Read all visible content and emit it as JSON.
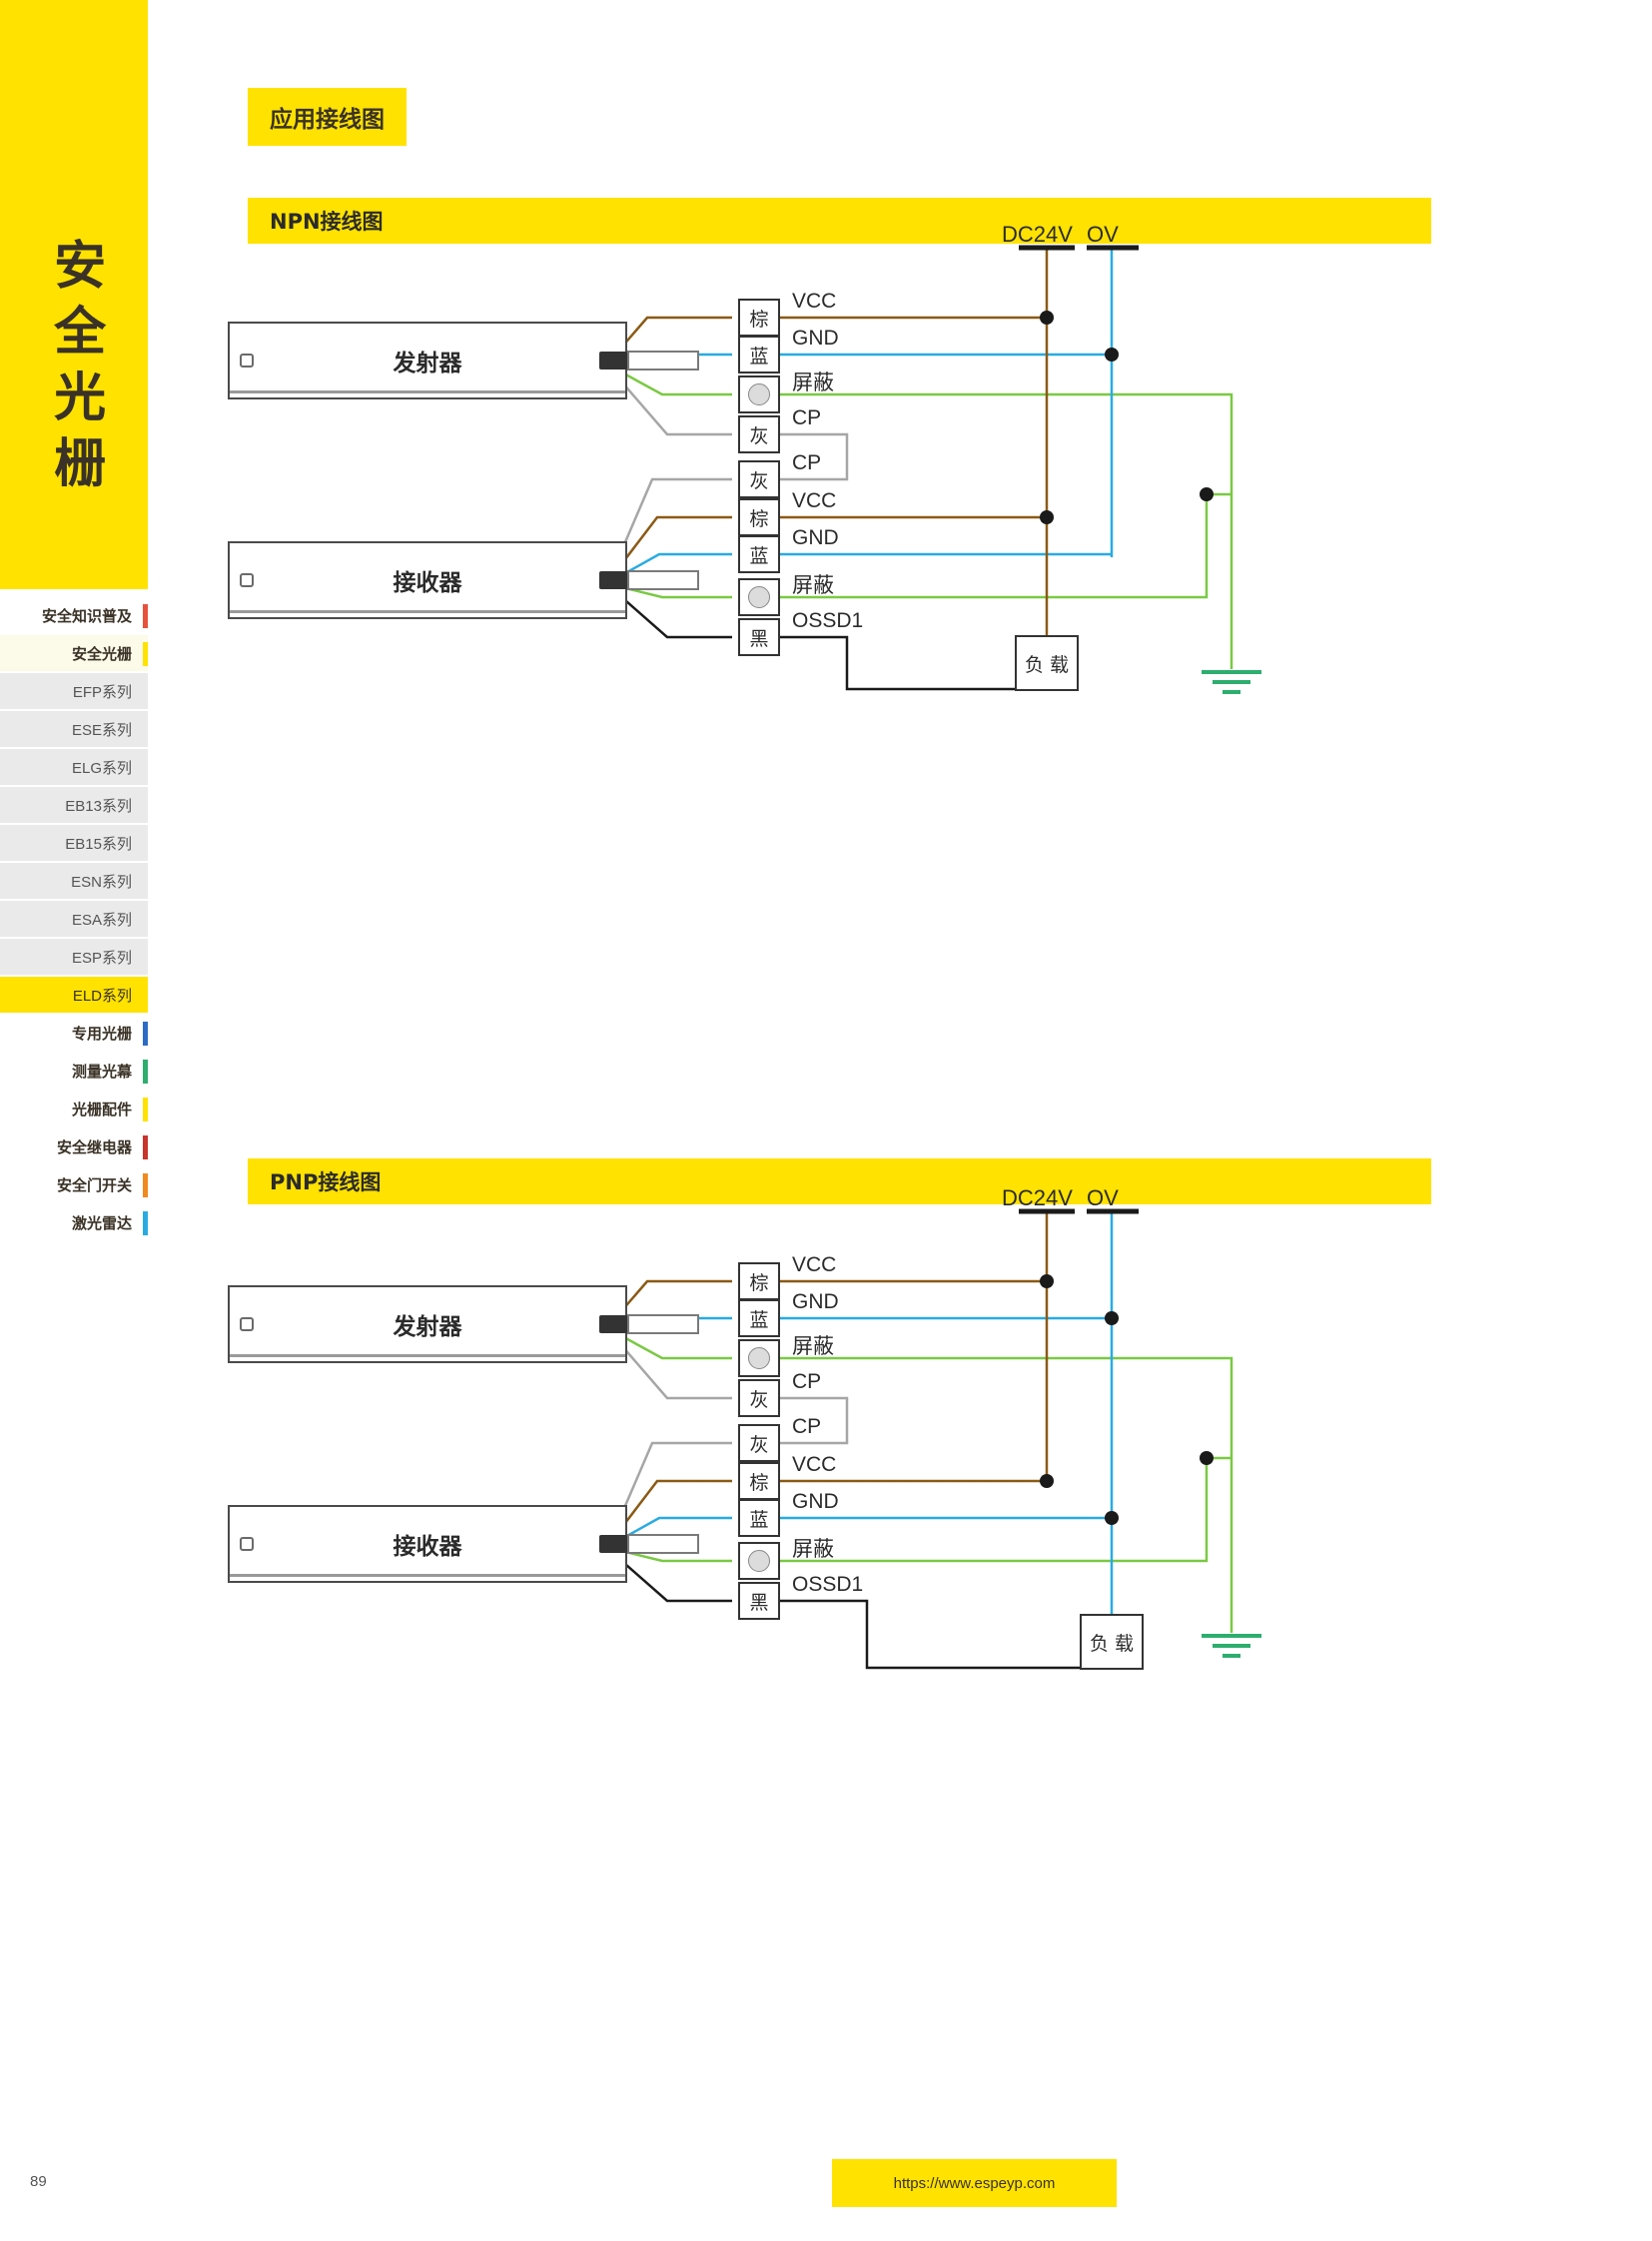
{
  "sidebar": {
    "tab_label": "安全光栅",
    "items": [
      {
        "label": "安全知识普及",
        "type": "cat",
        "accent": "#E8513B",
        "active": false
      },
      {
        "label": "安全光栅",
        "type": "sub-head",
        "accent": "#FFE200",
        "active": false
      },
      {
        "label": "EFP系列",
        "type": "sub",
        "accent": "",
        "active": false
      },
      {
        "label": "ESE系列",
        "type": "sub",
        "accent": "",
        "active": false
      },
      {
        "label": "ELG系列",
        "type": "sub",
        "accent": "",
        "active": false
      },
      {
        "label": "EB13系列",
        "type": "sub",
        "accent": "",
        "active": false
      },
      {
        "label": "EB15系列",
        "type": "sub",
        "accent": "",
        "active": false
      },
      {
        "label": "ESN系列",
        "type": "sub",
        "accent": "",
        "active": false
      },
      {
        "label": "ESA系列",
        "type": "sub",
        "accent": "",
        "active": false
      },
      {
        "label": "ESP系列",
        "type": "sub",
        "accent": "",
        "active": false
      },
      {
        "label": "ELD系列",
        "type": "sub",
        "accent": "",
        "active": true
      },
      {
        "label": "专用光栅",
        "type": "cat",
        "accent": "#2D6CC4",
        "active": false
      },
      {
        "label": "测量光幕",
        "type": "cat",
        "accent": "#2DAE6E",
        "active": false
      },
      {
        "label": "光栅配件",
        "type": "cat",
        "accent": "#FFE200",
        "active": false
      },
      {
        "label": "安全继电器",
        "type": "cat",
        "accent": "#C8352B",
        "active": false
      },
      {
        "label": "安全门开关",
        "type": "cat",
        "accent": "#F08A1E",
        "active": false
      },
      {
        "label": "激光雷达",
        "type": "cat",
        "accent": "#29ABE2",
        "active": false
      }
    ]
  },
  "main": {
    "page_title": "应用接线图",
    "sections": [
      {
        "id": "npn",
        "band_label": "NPN接线图"
      },
      {
        "id": "pnp",
        "band_label": "PNP接线图"
      }
    ]
  },
  "diagram": {
    "transmitter_label": "发射器",
    "receiver_label": "接收器",
    "load_label": "负 载",
    "rail_positive": "DC24V",
    "rail_negative": "OV",
    "terminals": {
      "brown": "棕",
      "blue": "蓝",
      "gray": "灰",
      "black": "黑",
      "shield_icon": "shield-circle-icon"
    },
    "signals": {
      "vcc": "VCC",
      "gnd": "GND",
      "shield": "屏蔽",
      "cp": "CP",
      "ossd1": "OSSD1"
    },
    "transmitter_rows": [
      {
        "terminal": "棕",
        "signal": "VCC",
        "wire": "brown"
      },
      {
        "terminal": "蓝",
        "signal": "GND",
        "wire": "blue"
      },
      {
        "terminal": "shield",
        "signal": "屏蔽",
        "wire": "green"
      },
      {
        "terminal": "灰",
        "signal": "CP",
        "wire": "gray"
      }
    ],
    "receiver_rows": [
      {
        "terminal": "灰",
        "signal": "CP",
        "wire": "gray"
      },
      {
        "terminal": "棕",
        "signal": "VCC",
        "wire": "brown"
      },
      {
        "terminal": "蓝",
        "signal": "GND",
        "wire": "blue"
      },
      {
        "terminal": "shield",
        "signal": "屏蔽",
        "wire": "green"
      },
      {
        "terminal": "黑",
        "signal": "OSSD1",
        "wire": "black"
      }
    ]
  },
  "colors": {
    "brand_yellow": "#FFE200",
    "wire_brown": "#8B5A14",
    "wire_blue": "#29ABE2",
    "wire_green": "#7AC943",
    "wire_gray": "#A6A6A6",
    "wire_black": "#1A1A1A"
  },
  "footer": {
    "page_number": "89",
    "url": "https://www.espeyp.com"
  }
}
